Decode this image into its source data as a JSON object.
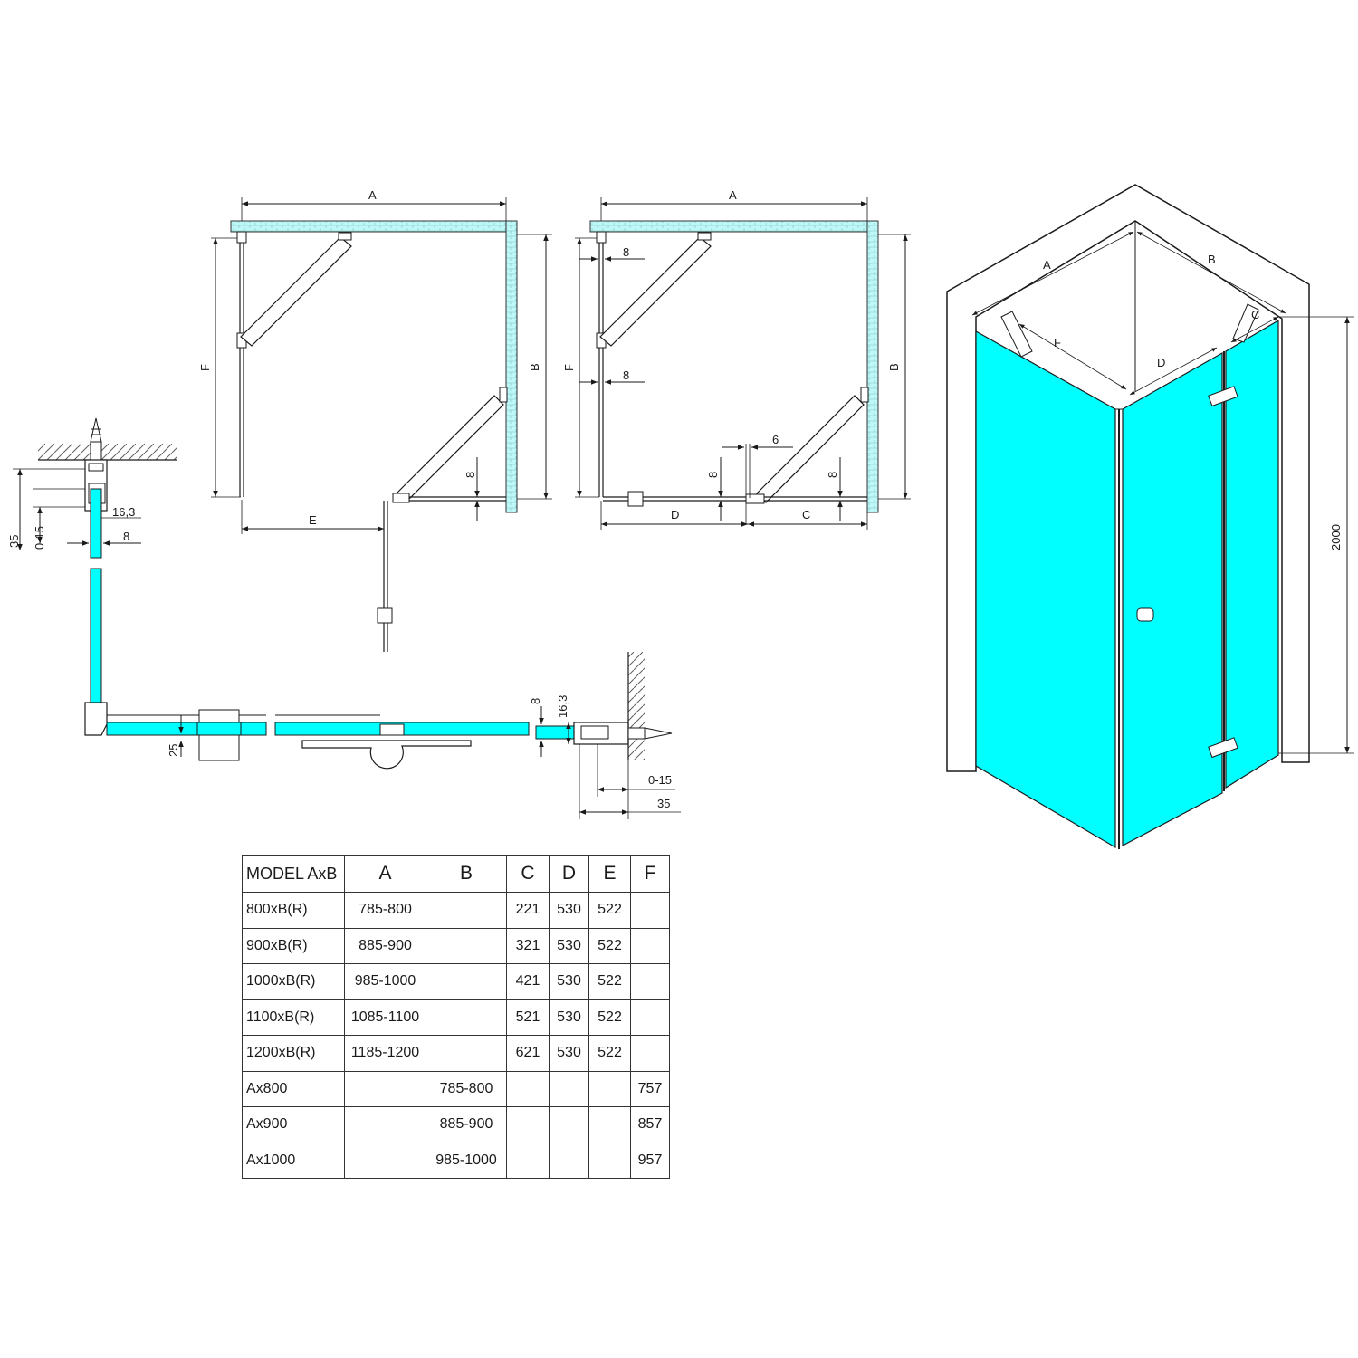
{
  "colors": {
    "glass": "#00ffff",
    "wall": "#d9d9d9",
    "line": "#1a1a1a"
  },
  "labels": {
    "plan1": {
      "a": "A",
      "b": "B",
      "e": "E",
      "f": "F",
      "d8": "8"
    },
    "plan2": {
      "a": "A",
      "b": "B",
      "c": "C",
      "d": "D",
      "f": "F",
      "d8a": "8",
      "d8b": "8",
      "d8c": "8",
      "d8d": "8",
      "d6": "6"
    },
    "left_detail": {
      "d35": "35",
      "d015": "0-15",
      "d163": "16,3",
      "d8": "8"
    },
    "bottom_detail": {
      "d25": "25",
      "d8": "8",
      "d163": "16,3",
      "d015": "0-15",
      "d35": "35"
    },
    "iso": {
      "a": "A",
      "b": "B",
      "c": "C",
      "d": "D",
      "f": "F",
      "height": "2000"
    }
  },
  "table": {
    "headers": [
      "MODEL AxB",
      "A",
      "B",
      "C",
      "D",
      "E",
      "F"
    ],
    "rows": [
      [
        "800xB(R)",
        "785-800",
        "",
        "221",
        "530",
        "522",
        ""
      ],
      [
        "900xB(R)",
        "885-900",
        "",
        "321",
        "530",
        "522",
        ""
      ],
      [
        "1000xB(R)",
        "985-1000",
        "",
        "421",
        "530",
        "522",
        ""
      ],
      [
        "1100xB(R)",
        "1085-1100",
        "",
        "521",
        "530",
        "522",
        ""
      ],
      [
        "1200xB(R)",
        "1185-1200",
        "",
        "621",
        "530",
        "522",
        ""
      ],
      [
        "Ax800",
        "",
        "785-800",
        "",
        "",
        "",
        "757"
      ],
      [
        "Ax900",
        "",
        "885-900",
        "",
        "",
        "",
        "857"
      ],
      [
        "Ax1000",
        "",
        "985-1000",
        "",
        "",
        "",
        "957"
      ]
    ]
  }
}
